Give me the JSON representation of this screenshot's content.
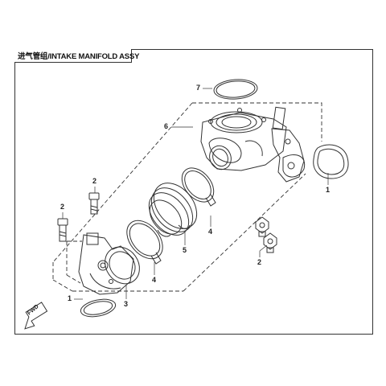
{
  "header": {
    "title": "进气管组/INTAKE MANIFOLD ASSY"
  },
  "badge": {
    "direction_label": "FWD"
  },
  "callouts": [
    {
      "label": "7"
    },
    {
      "label": "6"
    },
    {
      "label": "1"
    },
    {
      "label": "2"
    },
    {
      "label": "2"
    },
    {
      "label": "2"
    },
    {
      "label": "4"
    },
    {
      "label": "5"
    },
    {
      "label": "4"
    },
    {
      "label": "3"
    },
    {
      "label": "1"
    }
  ]
}
